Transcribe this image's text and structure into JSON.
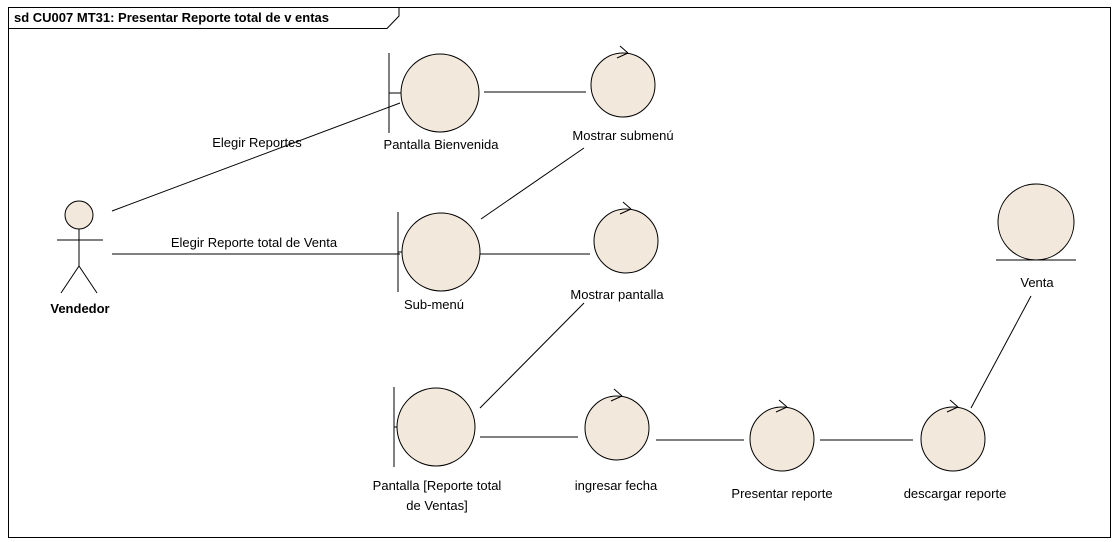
{
  "diagram": {
    "title": "sd CU007 MT31: Presentar Reporte total de v entas",
    "colors": {
      "fill": "#f2e8dc",
      "stroke": "#000000",
      "frame": "#000000",
      "background": "#ffffff"
    },
    "actor": {
      "name": "Vendedor"
    },
    "boundaries": [
      {
        "id": "pantalla-bienvenida",
        "label": [
          "Pantalla Bienvenida"
        ]
      },
      {
        "id": "sub-menu",
        "label": [
          "Sub-menú"
        ]
      },
      {
        "id": "pantalla-reporte",
        "label": [
          "Pantalla [Reporte total",
          "de Ventas]"
        ]
      }
    ],
    "controls": [
      {
        "id": "mostrar-submenu",
        "label": "Mostrar submenú"
      },
      {
        "id": "mostrar-pantalla",
        "label": "Mostrar pantalla"
      },
      {
        "id": "ingresar-fecha",
        "label": "ingresar fecha"
      },
      {
        "id": "presentar-reporte",
        "label": "Presentar reporte"
      },
      {
        "id": "descargar-reporte",
        "label": "descargar reporte"
      }
    ],
    "entities": [
      {
        "id": "venta",
        "label": "Venta"
      }
    ],
    "messages": [
      {
        "id": "elegir-reportes",
        "label": "Elegir Reportes"
      },
      {
        "id": "elegir-reporte-total",
        "label": "Elegir Reporte total de Venta"
      }
    ]
  }
}
